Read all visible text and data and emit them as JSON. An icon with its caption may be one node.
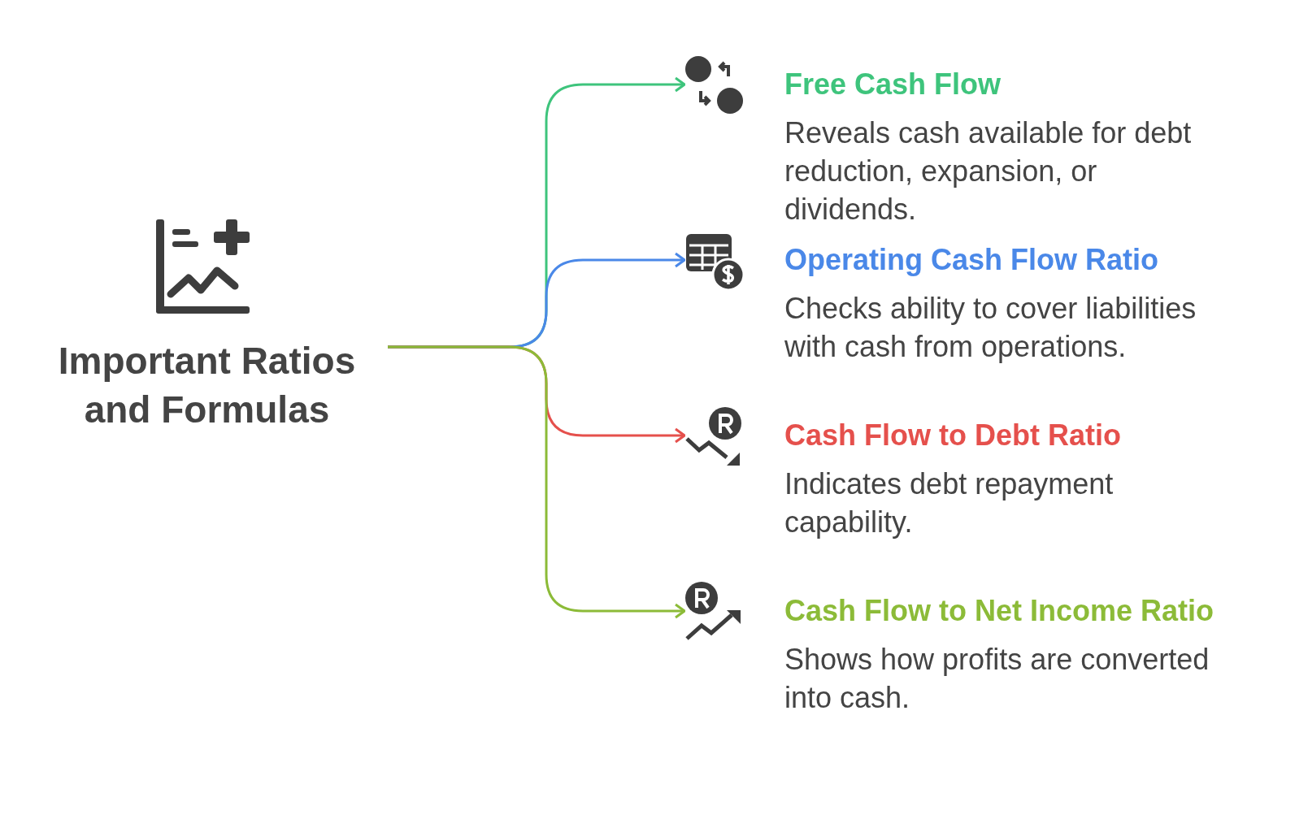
{
  "diagram": {
    "nodes": [
      {
        "text": [
          "Important Ratios and Formulas"
        ]
      },
      {
        "text": [
          "Free Cash Flow",
          "Reveals cash available for debt reduction, expansion, or dividends."
        ]
      },
      {
        "text": [
          "Operating Cash Flow Ratio",
          "Checks ability to cover liabilities with cash from operations."
        ]
      },
      {
        "text": [
          "Cash Flow to Debt Ratio",
          "Indicates debt repayment capability."
        ]
      },
      {
        "text": [
          "Cash Flow to Net Income Ratio",
          "Shows how profits are converted into cash."
        ]
      }
    ],
    "edges": [
      {
        "from": 0,
        "to": 1,
        "arrow": "to",
        "color": "#3ec47c"
      },
      {
        "from": 0,
        "to": 2,
        "arrow": "to",
        "color": "#4a88e8"
      },
      {
        "from": 0,
        "to": 3,
        "arrow": "to",
        "color": "#e5504c"
      },
      {
        "from": 0,
        "to": 4,
        "arrow": "to",
        "color": "#8cbb38"
      }
    ]
  }
}
